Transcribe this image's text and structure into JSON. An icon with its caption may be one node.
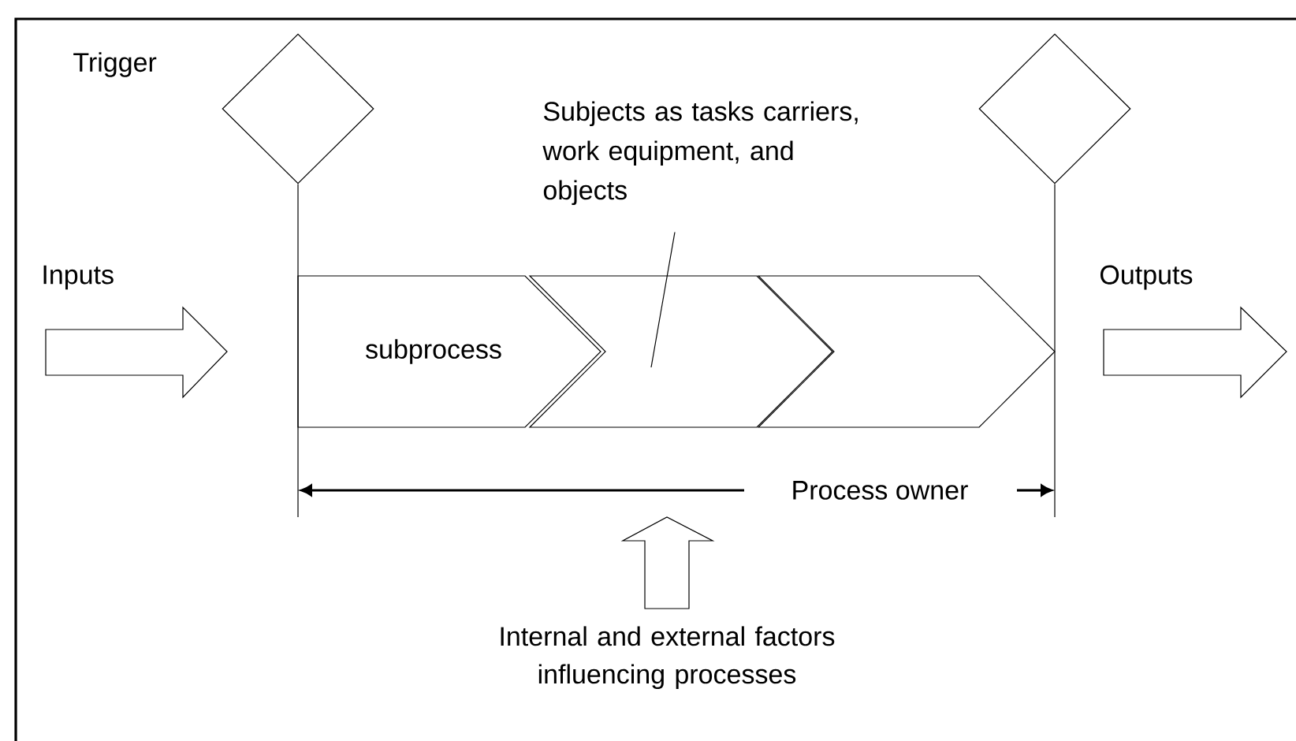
{
  "diagram": {
    "nodes": [
      {
        "text": [],
        "shape": "diamond"
      },
      {
        "text": [],
        "shape": "diamond"
      },
      {
        "text": [
          "subprocess"
        ]
      },
      {
        "text": [],
        "shape": "chevron"
      },
      {
        "text": [],
        "shape": "chevron"
      },
      {
        "text": [
          "Subjects as tasks carriers, work equipment, and objects"
        ]
      }
    ],
    "edges": [
      {
        "from": 0,
        "to": null,
        "arrow": "none"
      },
      {
        "from": 1,
        "to": null,
        "arrow": "none"
      },
      {
        "from": 5,
        "to": 3,
        "arrow": "none"
      }
    ],
    "labels": [
      "Trigger",
      "Inputs",
      "Outputs",
      "Process owner",
      "Internal and external factors influencing processes"
    ]
  }
}
